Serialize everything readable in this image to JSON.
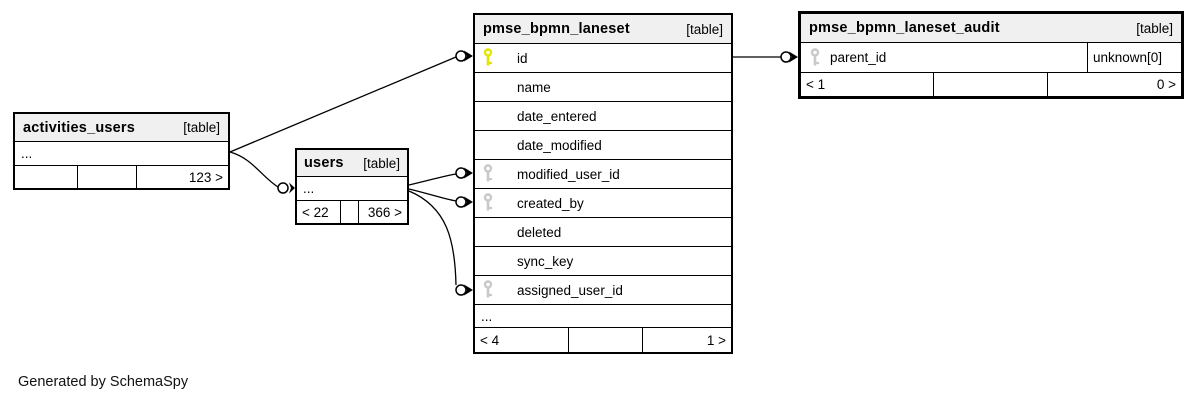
{
  "diagram": {
    "footer_note": "Generated by SchemaSpy",
    "kind": "database relationship diagram"
  },
  "colors": {
    "primary_key": "#e4e400",
    "foreign_key": "#c9c9c9",
    "header_bg": "#f0f0f0",
    "border": "#000000",
    "background": "#ffffff"
  },
  "tables": [
    {
      "name": "activities_users",
      "badge": "[table]",
      "rows": [
        {
          "label": "...",
          "key": "none"
        }
      ],
      "footer": {
        "left": "",
        "middle": "",
        "right": "123 >"
      }
    },
    {
      "name": "users",
      "badge": "[table]",
      "rows": [
        {
          "label": "...",
          "key": "none"
        }
      ],
      "footer": {
        "left": "< 22",
        "middle": "",
        "right": "366 >"
      }
    },
    {
      "name": "pmse_bpmn_laneset",
      "badge": "[table]",
      "rows": [
        {
          "label": "id",
          "key": "primary"
        },
        {
          "label": "name",
          "key": "none"
        },
        {
          "label": "date_entered",
          "key": "none"
        },
        {
          "label": "date_modified",
          "key": "none"
        },
        {
          "label": "modified_user_id",
          "key": "foreign"
        },
        {
          "label": "created_by",
          "key": "foreign"
        },
        {
          "label": "deleted",
          "key": "none"
        },
        {
          "label": "sync_key",
          "key": "none"
        },
        {
          "label": "assigned_user_id",
          "key": "foreign"
        },
        {
          "label": "...",
          "key": "none"
        }
      ],
      "footer": {
        "left": "< 4",
        "middle": "",
        "right": "1 >"
      }
    },
    {
      "name": "pmse_bpmn_laneset_audit",
      "badge": "[table]",
      "focus": true,
      "rows": [
        {
          "label": "parent_id",
          "key": "foreign",
          "type": "unknown[0]"
        }
      ],
      "footer": {
        "left": "< 1",
        "middle": "",
        "right": "0 >"
      }
    }
  ],
  "relationships": [
    {
      "from": "activities_users",
      "to": "pmse_bpmn_laneset.id"
    },
    {
      "from": "activities_users",
      "to": "users"
    },
    {
      "from": "users",
      "to": "pmse_bpmn_laneset.modified_user_id"
    },
    {
      "from": "users",
      "to": "pmse_bpmn_laneset.created_by"
    },
    {
      "from": "users",
      "to": "pmse_bpmn_laneset.assigned_user_id"
    },
    {
      "from": "pmse_bpmn_laneset.id",
      "to": "pmse_bpmn_laneset_audit.parent_id"
    }
  ]
}
